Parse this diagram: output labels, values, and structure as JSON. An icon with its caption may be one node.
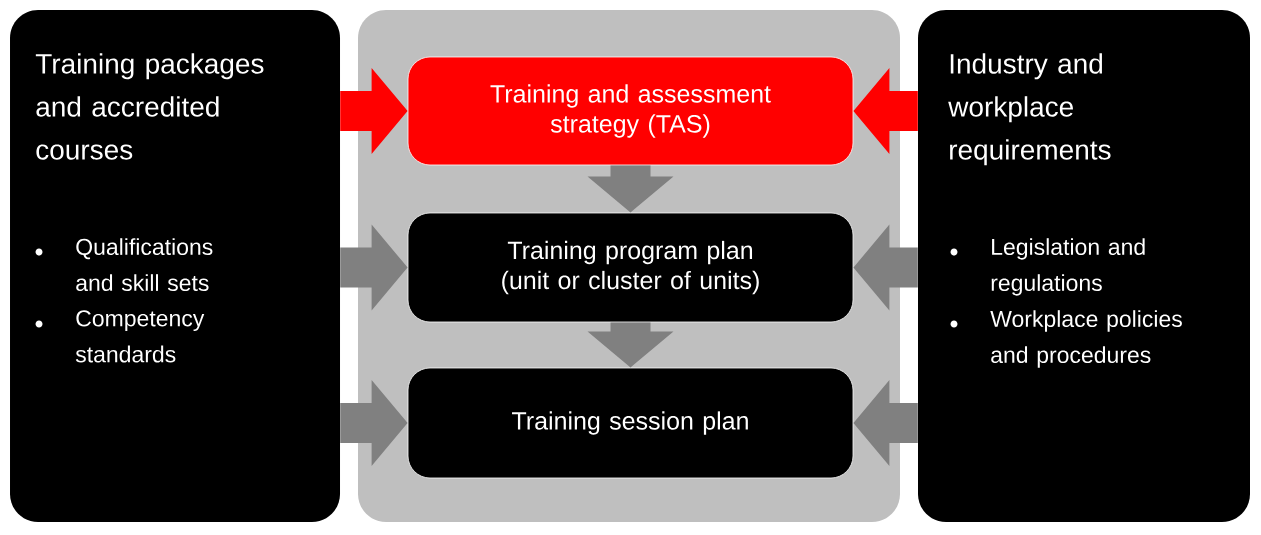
{
  "diagram": {
    "nodes": [
      {
        "text": [
          "Training packages and accredited courses",
          "Qualifications and skill sets",
          "Competency standards"
        ]
      },
      {
        "text": [],
        "shape": "box"
      },
      {
        "text": [
          "Training and assessment strategy (TAS)"
        ],
        "in": 1
      },
      {
        "text": [
          "Training program plan (unit or cluster of units)"
        ],
        "in": 1
      },
      {
        "text": [
          "Training session plan"
        ],
        "in": 1
      },
      {
        "text": [
          "Industry and workplace requirements",
          "Legislation and regulations",
          "Workplace policies and procedures"
        ]
      }
    ],
    "edges": [
      {
        "from": 0,
        "to": 2,
        "arrow": "to",
        "color": "#ff0000"
      },
      {
        "from": 0,
        "to": 3,
        "arrow": "to"
      },
      {
        "from": 0,
        "to": 4,
        "arrow": "to"
      },
      {
        "from": 5,
        "to": 2,
        "arrow": "to",
        "color": "#ff0000"
      },
      {
        "from": 5,
        "to": 3,
        "arrow": "to"
      },
      {
        "from": 5,
        "to": 4,
        "arrow": "to"
      },
      {
        "from": 2,
        "to": 3,
        "arrow": "to"
      },
      {
        "from": 3,
        "to": 4,
        "arrow": "to"
      }
    ]
  }
}
